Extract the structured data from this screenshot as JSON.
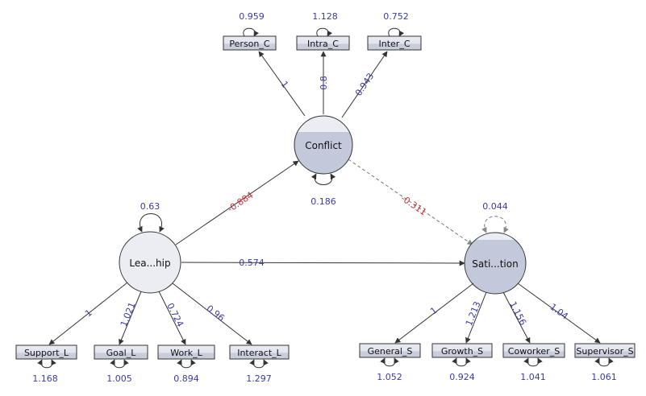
{
  "latent": {
    "conflict": {
      "label": "Conflict",
      "variance": "0.186"
    },
    "leadership": {
      "label": "Lea...hip",
      "variance": "0.63"
    },
    "satisfaction": {
      "label": "Sati...tion",
      "variance": "0.044"
    }
  },
  "indicators": {
    "conflict": [
      {
        "label": "Person_C",
        "loading": "1",
        "residual": "0.959"
      },
      {
        "label": "Intra_C",
        "loading": "0.8",
        "residual": "1.128"
      },
      {
        "label": "Inter_C",
        "loading": "0.943",
        "residual": "0.752"
      }
    ],
    "leadership": [
      {
        "label": "Support_L",
        "loading": "1",
        "residual": "1.168"
      },
      {
        "label": "Goal_L",
        "loading": "1.021",
        "residual": "1.005"
      },
      {
        "label": "Work_L",
        "loading": "0.724",
        "residual": "0.894"
      },
      {
        "label": "Interact_L",
        "loading": "0.96",
        "residual": "1.297"
      }
    ],
    "satisfaction": [
      {
        "label": "General_S",
        "loading": "1",
        "residual": "1.052"
      },
      {
        "label": "Growth_S",
        "loading": "1.213",
        "residual": "0.924"
      },
      {
        "label": "Coworker_S",
        "loading": "1.156",
        "residual": "1.041"
      },
      {
        "label": "Supervisor_S",
        "loading": "1.04",
        "residual": "1.061"
      }
    ]
  },
  "structural": {
    "leadership_to_conflict": "-0.884",
    "conflict_to_satisfaction": "-0.311",
    "leadership_to_satisfaction": "0.574"
  },
  "colors": {
    "coef_positive": "#3a3aa8",
    "coef_negative": "#c0323a",
    "node_fill": "#c3c8da",
    "node_fill_light": "#ecedf2"
  }
}
